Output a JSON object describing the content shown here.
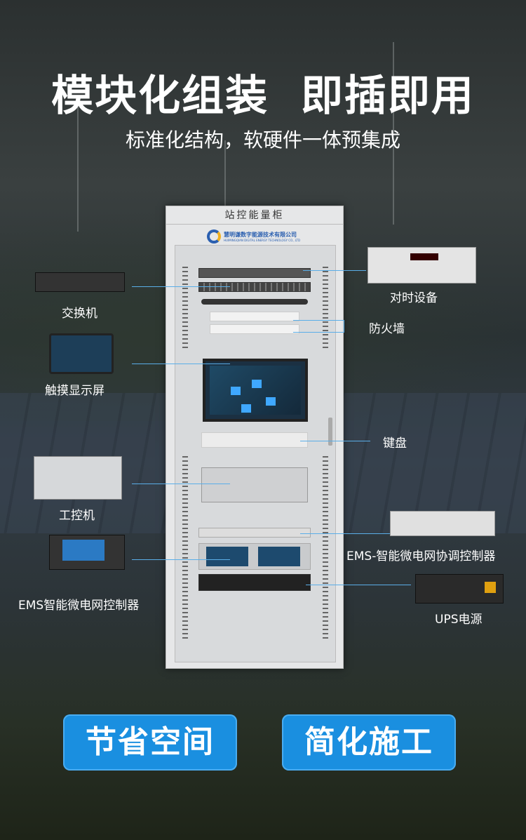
{
  "header": {
    "title": "模块化组装  即插即用",
    "subtitle": "标准化结构，软硬件一体预集成"
  },
  "cabinet": {
    "name": "站控能量柜",
    "company_cn": "慧明谦数字能源技术有限公司",
    "company_en": "HUIMINGQIAN DIGITAL ENERGY TECHNOLOGY CO., LTD"
  },
  "labels": {
    "switch": "交换机",
    "touch_screen": "触摸显示屏",
    "ipc": "工控机",
    "ems_controller": "EMS智能微电网控制器",
    "time_sync": "对时设备",
    "firewall": "防火墙",
    "keyboard": "键盘",
    "ems_coord": "EMS-智能微电网协调控制器",
    "ups": "UPS电源"
  },
  "buttons": {
    "save_space": "节省空间",
    "simplify": "简化施工"
  },
  "colors": {
    "accent": "#1a8fe0",
    "line": "#5aaee8"
  }
}
